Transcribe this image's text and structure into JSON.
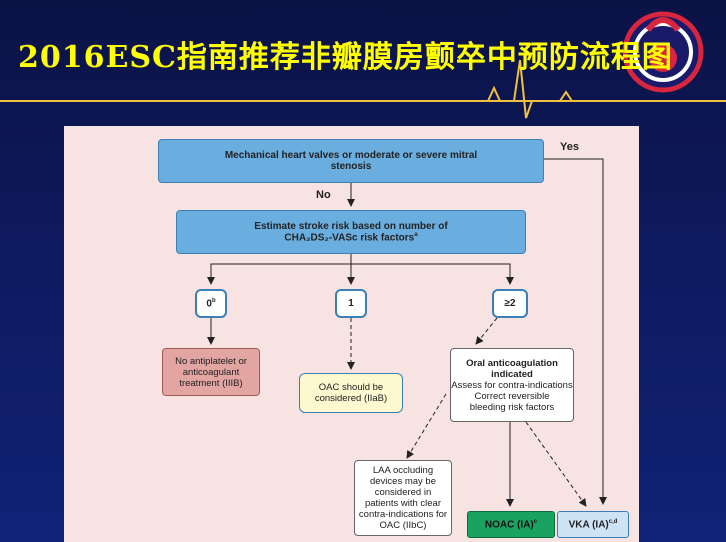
{
  "title": "2016ESC指南推荐非瓣膜房颤卒中预防流程图",
  "flowchart": {
    "valve_box": "Mechanical heart valves or moderate or severe mitral stenosis",
    "yes_label": "Yes",
    "no_label": "No",
    "risk_box": "Estimate stroke risk based on number of CHA₂DS₂-VASc risk factors",
    "risk_box_sup": "a",
    "score0": "0",
    "score0_sup": "b",
    "score1": "1",
    "score2": "≥2",
    "no_antiplatelet": "No antiplatelet or anticoagulant treatment (IIIB)",
    "oac_considered": "OAC should be considered (IIaB)",
    "oral_title": "Oral anticoagulation indicated",
    "oral_line1": "Assess for contra-indications",
    "oral_line2": "Correct reversible bleeding risk factors",
    "laa": "LAA occluding devices may be considered in patients with clear contra-indications for OAC (IIbC)",
    "noac": "NOAC (IA)",
    "noac_sup": "c",
    "vka": "VKA (IA)",
    "vka_sup": "c,d"
  }
}
